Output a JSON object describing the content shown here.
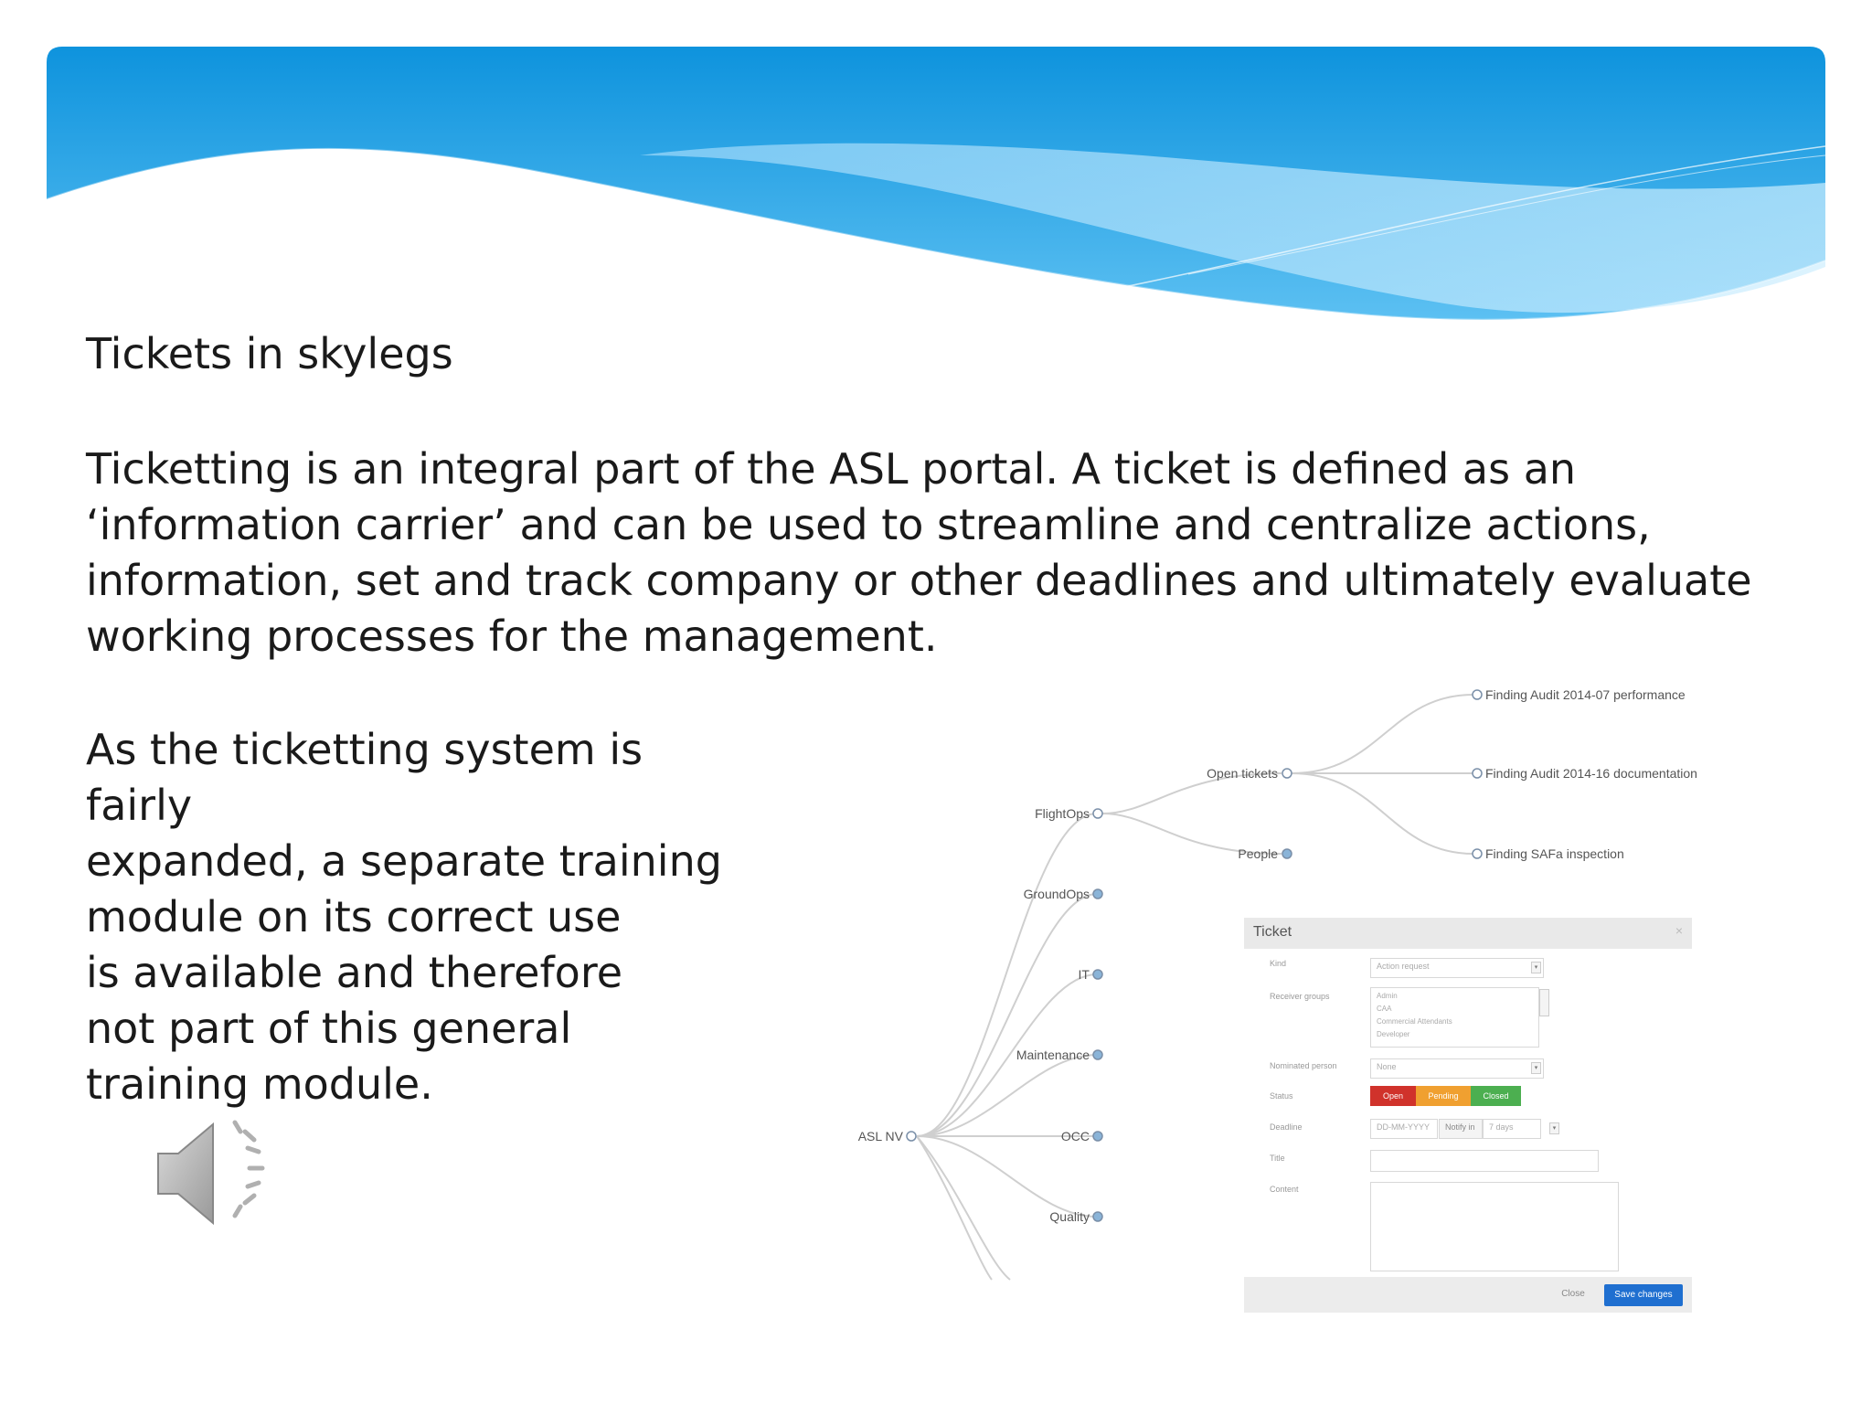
{
  "slide": {
    "title": "Tickets in skylegs",
    "paragraph1": "Ticketting is an integral part of the ASL portal.  A ticket is defined as an ‘information carrier’ and can be used to streamline and centralize actions, information, set and track company or other deadlines and ultimately evaluate working processes for the management.",
    "paragraph2_lines": [
      "As the ticketting system is fairly",
      "expanded, a separate training",
      "module on its correct use",
      "is available and therefore",
      "not part of this general",
      "training module."
    ],
    "speaker_icon": "speaker-icon"
  },
  "tree": {
    "root": "ASL NV",
    "departments": [
      "FlightOps",
      "GroundOps",
      "IT",
      "Maintenance",
      "OCC",
      "Quality"
    ],
    "flightops_children": [
      "Open tickets",
      "People"
    ],
    "open_tickets_children": [
      "Finding Audit 2014-07 performance",
      "Finding Audit 2014-16 documentation",
      "Finding SAFa inspection"
    ]
  },
  "ticket": {
    "title": "Ticket",
    "close_icon": "×",
    "kind_label": "Kind",
    "kind_value": "Action request",
    "receiver_label": "Receiver groups",
    "receiver_options": [
      "Admin",
      "CAA",
      "Commercial Attendants",
      "Developer"
    ],
    "nominated_label": "Nominated person",
    "nominated_value": "None",
    "status_label": "Status",
    "status_open": "Open",
    "status_pending": "Pending",
    "status_closed": "Closed",
    "deadline_label": "Deadline",
    "deadline_value": "DD-MM-YYYY",
    "notify_label": "Notify in",
    "notify_value": "7 days",
    "title_label": "Title",
    "content_label": "Content",
    "close_button": "Close",
    "save_button": "Save changes",
    "colors": {
      "open": "#d0322b",
      "pending": "#f0a030",
      "closed": "#4caf50",
      "save": "#1f6fd0"
    }
  }
}
